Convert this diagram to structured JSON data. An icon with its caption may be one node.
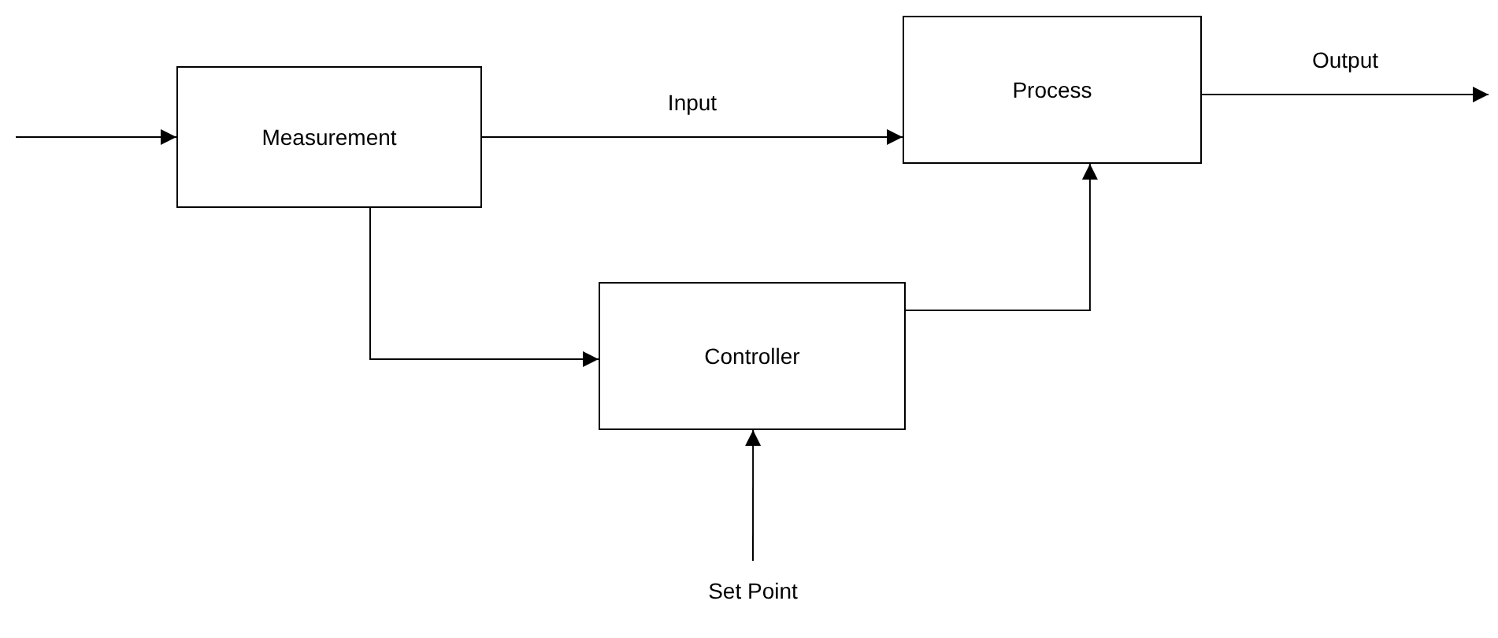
{
  "diagram": {
    "nodes": [
      {
        "text": [
          "Measurement"
        ]
      },
      {
        "text": [
          "Process"
        ]
      },
      {
        "text": [
          "Controller"
        ]
      },
      {
        "text": [
          "Set Point"
        ]
      }
    ],
    "edges": [
      {
        "from": null,
        "to": 0,
        "arrow": "to"
      },
      {
        "from": 0,
        "to": 1,
        "arrow": "to",
        "label": "Input"
      },
      {
        "from": 1,
        "to": null,
        "arrow": "to",
        "label": "Output"
      },
      {
        "from": 0,
        "to": 2,
        "arrow": "to"
      },
      {
        "from": 2,
        "to": 1,
        "arrow": "to"
      },
      {
        "from": 3,
        "to": 2,
        "arrow": "to"
      }
    ]
  }
}
